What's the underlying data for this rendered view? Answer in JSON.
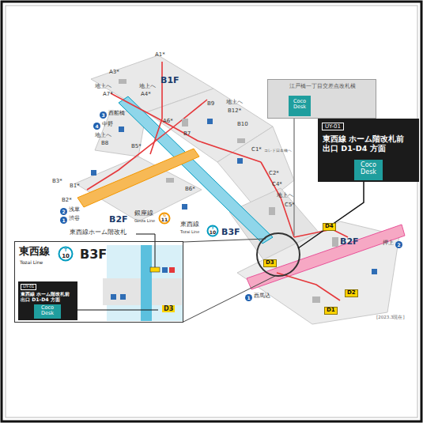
{
  "diagram": {
    "nodes": [
      {
        "text": [
          "江戸橋一丁目交差点改札横"
        ]
      },
      {
        "text": [
          "Coco Desk"
        ],
        "in": 0
      },
      {
        "text": [
          "UY-01",
          "東西線 ホーム階改札前 出口 D1-D4 方面"
        ]
      },
      {
        "text": [
          "Coco Desk"
        ],
        "in": 2
      },
      {
        "text": [
          "東西線",
          "Tozai Line",
          "B3F",
          "D3"
        ]
      },
      {
        "text": [
          "T",
          "10"
        ],
        "in": 4
      },
      {
        "text": [
          "UY-01",
          "東西線 ホーム階改札前 出口 D1-D4 方面"
        ],
        "in": 4
      },
      {
        "text": [
          "Coco Desk"
        ],
        "in": 6
      },
      {
        "text": [
          "G",
          "11"
        ]
      },
      {
        "text": [
          "T",
          "10"
        ]
      }
    ],
    "labels": [
      "東西線ホーム階改札",
      "B1F",
      "A3*",
      "A1*",
      "地上へ",
      "A7*",
      "地上へ",
      "A4*",
      "A6*",
      "B7",
      "B9",
      "地上へ",
      "B12*",
      "3",
      "西船橋",
      "4",
      "中野",
      "地上へ",
      "B8",
      "B10",
      "B5*",
      "C1*",
      "コレド日本橋へ",
      "C2*",
      "C4*",
      "地上へ",
      "C5*",
      "B3*",
      "B1*",
      "B2*",
      "2",
      "浅草",
      "1",
      "渋谷",
      "B2F",
      "銀座線",
      "Ginza Line",
      "B6*",
      "東西線",
      "Tozai Line",
      "B3F",
      "D4",
      "B2F",
      "押上",
      "2",
      "D3",
      "1",
      "西馬込",
      "D2",
      "D1",
      "[2023.3現在]"
    ]
  }
}
